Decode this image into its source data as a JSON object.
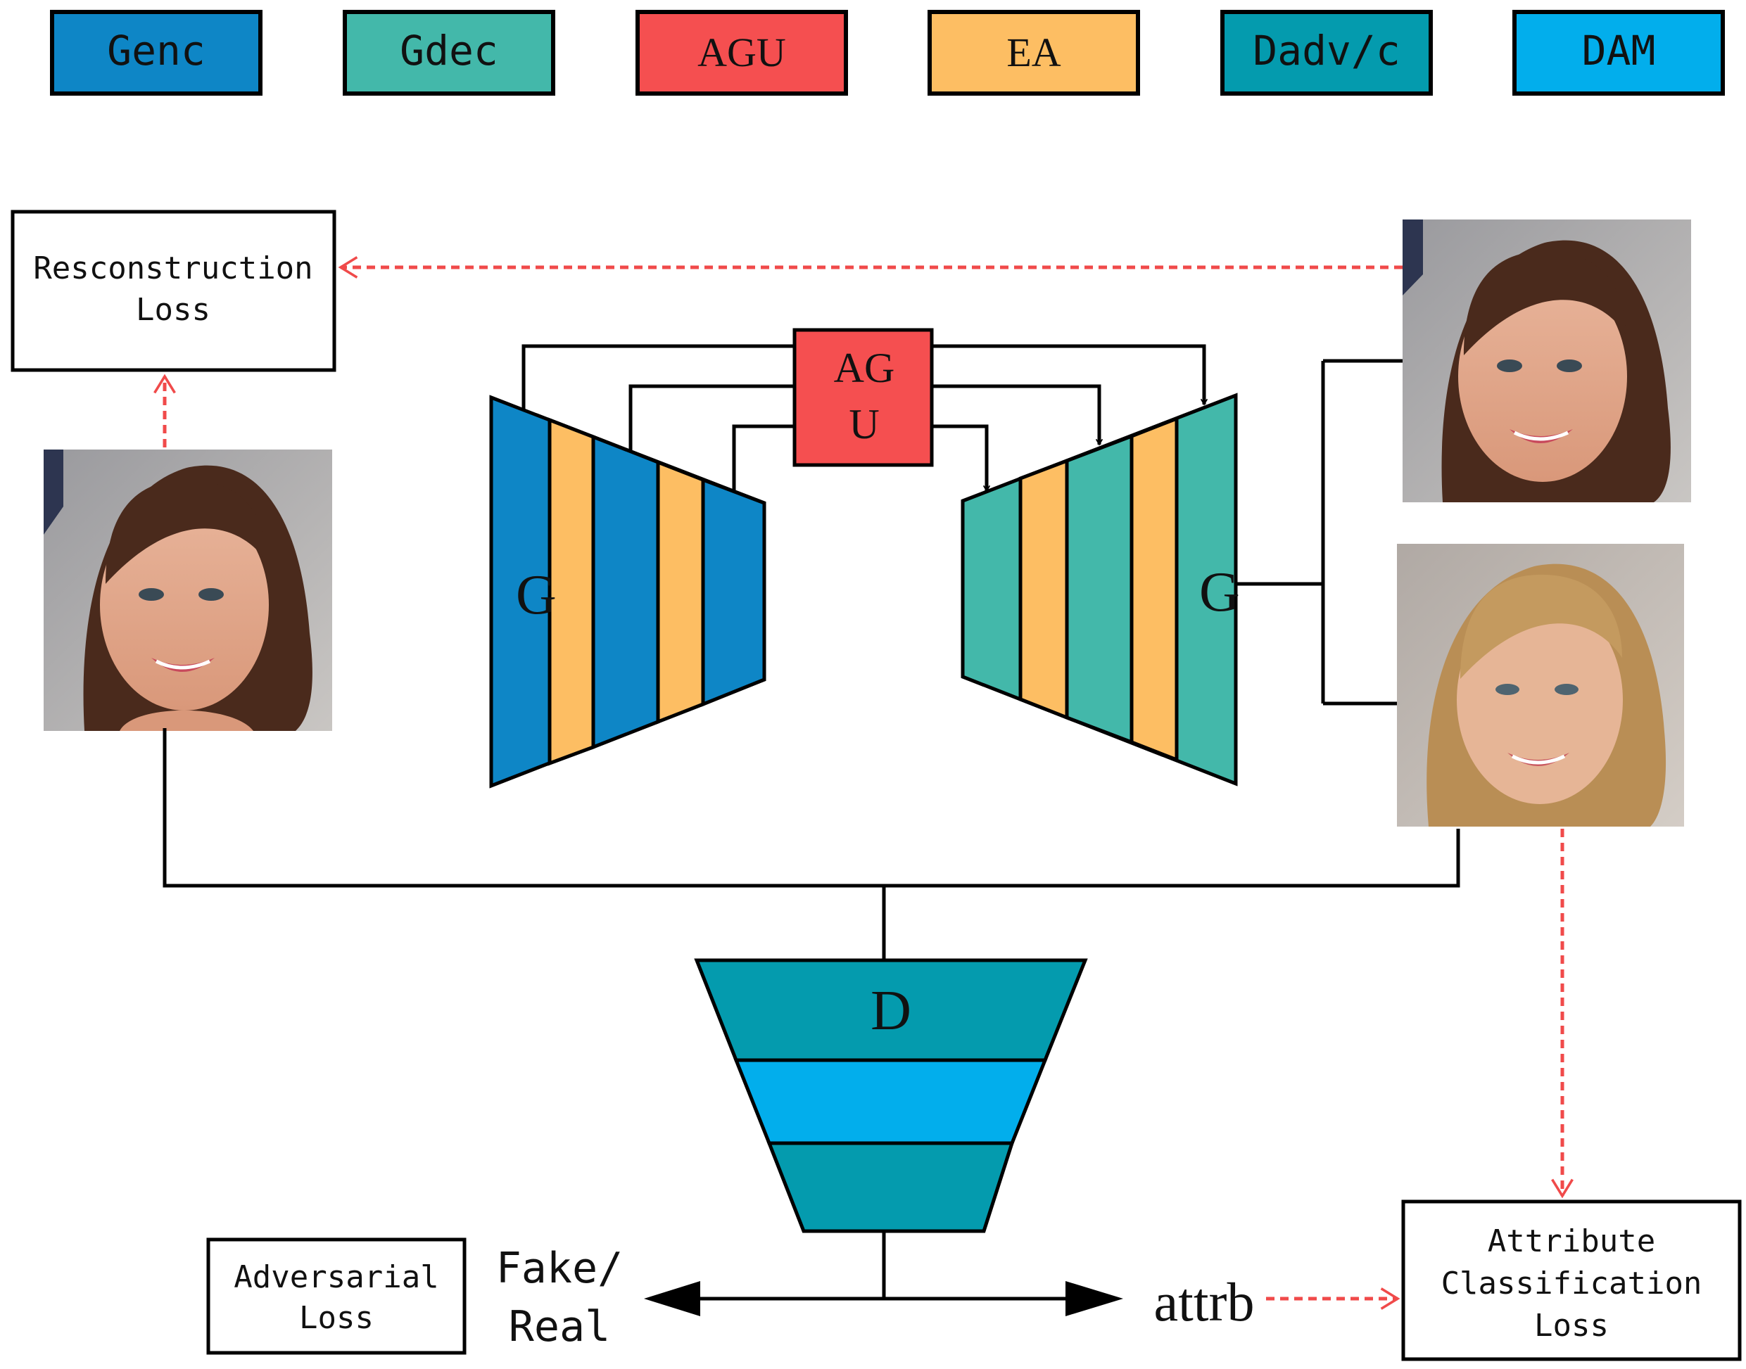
{
  "legend": [
    {
      "label": "Genc",
      "color": "#0E86C6"
    },
    {
      "label": "Gdec",
      "color": "#43B8AA"
    },
    {
      "label": "AGU",
      "color": "#F54F50"
    },
    {
      "label": "EA",
      "color": "#FDBE63"
    },
    {
      "label": "Dadv/c",
      "color": "#049BAE"
    },
    {
      "label": "DAM",
      "color": "#02AEEC"
    }
  ],
  "boxes": {
    "reconstruction_loss": [
      "Resconstruction",
      "Loss"
    ],
    "adversarial_loss": [
      "Adversarial",
      "Loss"
    ],
    "attribute_classification_loss": [
      "Attribute",
      "Classification",
      "Loss"
    ]
  },
  "labels": {
    "agu_line1": "AG",
    "agu_line2": "U",
    "encoder": "G",
    "decoder": "G",
    "discriminator": "D",
    "fake_real_line1": "Fake/",
    "fake_real_line2": "Real",
    "attrb": "attrb"
  },
  "images": {
    "input_face": "face-photo-dark-hair",
    "reconstructed_face": "face-photo-dark-hair",
    "edited_face": "face-photo-blonde-hair"
  },
  "colors": {
    "enc_blue": "#0E86C6",
    "dec_teal": "#43B8AA",
    "ea_orange": "#FDBE63",
    "agu_red": "#F54F50",
    "disc_teal": "#049BAE",
    "dam_blue": "#02AEEC",
    "loss_arrow": "#F04A4A",
    "line": "#000000"
  }
}
